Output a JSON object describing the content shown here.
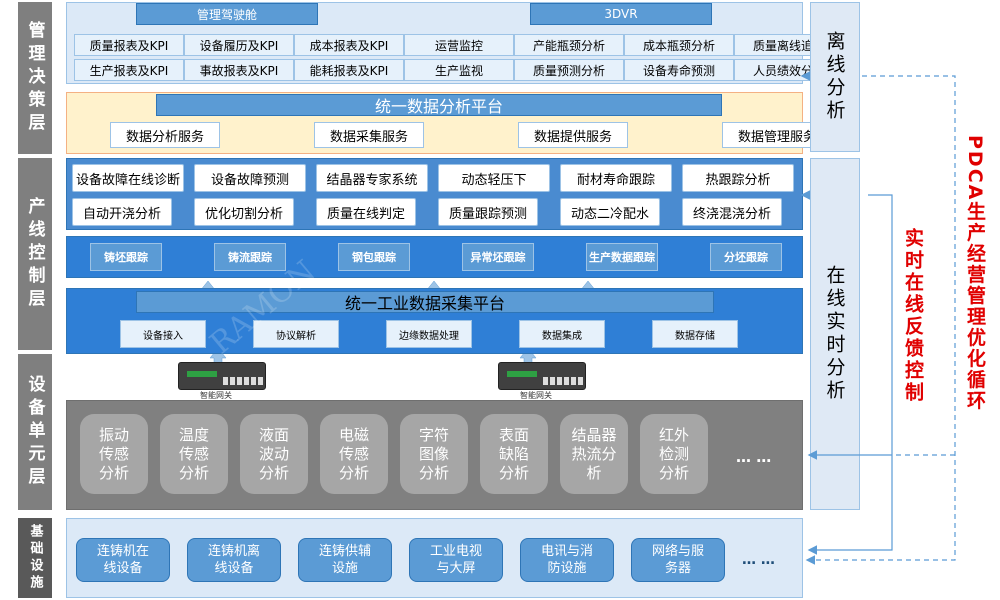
{
  "layers": {
    "mgmt": "管理决策层",
    "prod": "产线控制层",
    "device": "设备单元层",
    "base": "基础设施"
  },
  "mgmt": {
    "cockpit": "管理驾驶舱",
    "dvr": "3DVR",
    "row1": [
      "质量报表及KPI",
      "设备履历及KPI",
      "成本报表及KPI",
      "运营监控",
      "产能瓶颈分析",
      "成本瓶颈分析",
      "质量离线追溯"
    ],
    "row2": [
      "生产报表及KPI",
      "事故报表及KPI",
      "能耗报表及KPI",
      "生产监视",
      "质量预测分析",
      "设备寿命预测",
      "人员绩效分析"
    ]
  },
  "platform": {
    "title": "统一数据分析平台",
    "services": [
      "数据分析服务",
      "数据采集服务",
      "数据提供服务",
      "数据管理服务"
    ]
  },
  "control": {
    "row1": [
      "设备故障在线诊断",
      "设备故障预测",
      "结晶器专家系统",
      "动态轻压下",
      "耐材寿命跟踪",
      "热跟踪分析"
    ],
    "row2": [
      "自动开浇分析",
      "优化切割分析",
      "质量在线判定",
      "质量跟踪预测",
      "动态二冷配水",
      "终浇混浇分析"
    ],
    "tracking": [
      "铸坯跟踪",
      "铸流跟踪",
      "钢包跟踪",
      "异常坯跟踪",
      "生产数据跟踪",
      "分坯跟踪"
    ],
    "collect_title": "统一工业数据采集平台",
    "collect": [
      "设备接入",
      "协议解析",
      "边缘数据处理",
      "数据集成",
      "数据存储"
    ]
  },
  "gateway": {
    "label": "智能网关"
  },
  "device": {
    "items": [
      "振动\n传感\n分析",
      "温度\n传感\n分析",
      "液面\n波动\n分析",
      "电磁\n传感\n分析",
      "字符\n图像\n分析",
      "表面\n缺陷\n分析",
      "结晶器\n热流分\n析",
      "红外\n检测\n分析"
    ],
    "more": "… …"
  },
  "base": {
    "items": [
      "连铸机在\n线设备",
      "连铸机离\n线设备",
      "连铸供辅\n设施",
      "工业电视\n与大屏",
      "电讯与消\n防设施",
      "网络与服\n务器"
    ],
    "more": "… …"
  },
  "side": {
    "offline": "离线分析",
    "online": "在线实时分析",
    "feedback": "实时在线反馈控制",
    "pdca": "PDCA生产经营管理优化循环"
  },
  "watermark": "RAMON"
}
